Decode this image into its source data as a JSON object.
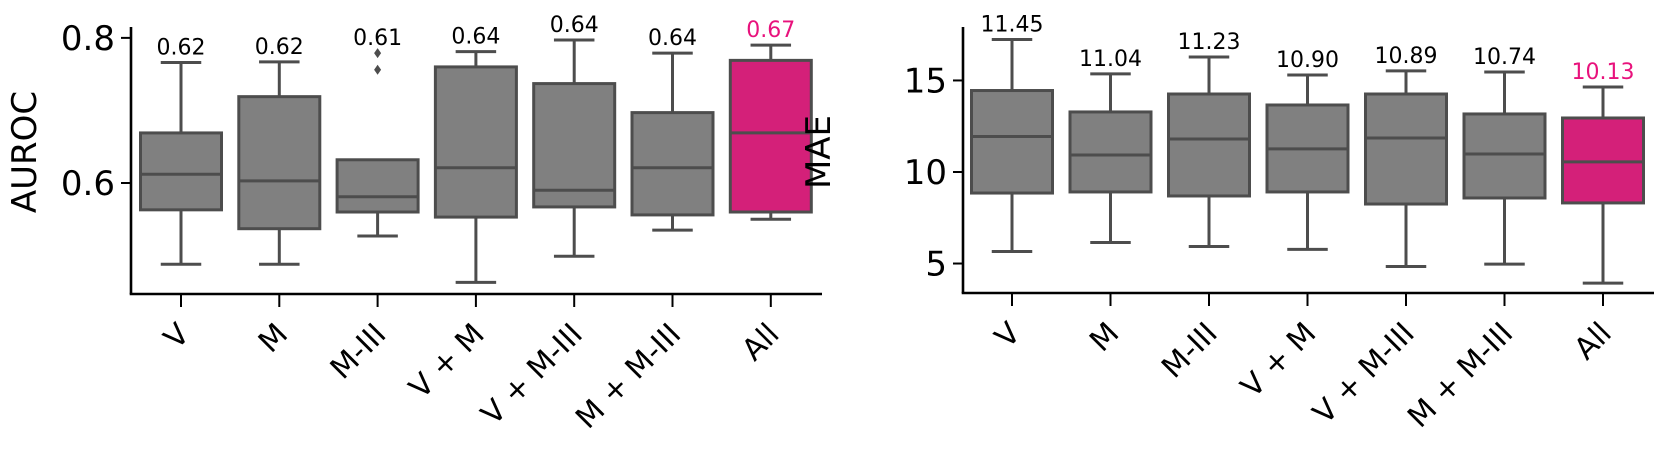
{
  "chart_data": [
    {
      "type": "box",
      "title": "",
      "xlabel": "",
      "ylabel": "AUROC",
      "ylim": [
        0.447,
        0.815
      ],
      "yticks": [
        0.6,
        0.8
      ],
      "ytick_labels": [
        "0.6",
        "0.8"
      ],
      "categories": [
        "V",
        "M",
        "M-III",
        "V + M",
        "V + M-III",
        "M + M-III",
        "All"
      ],
      "annotations": [
        "0.62",
        "0.62",
        "0.61",
        "0.64",
        "0.64",
        "0.64",
        "0.67"
      ],
      "highlight_index": 6,
      "boxes": [
        {
          "whisker_low": 0.488,
          "q1": 0.563,
          "median": 0.612,
          "q3": 0.669,
          "whisker_high": 0.766,
          "outliers": []
        },
        {
          "whisker_low": 0.488,
          "q1": 0.537,
          "median": 0.603,
          "q3": 0.719,
          "whisker_high": 0.767,
          "outliers": []
        },
        {
          "whisker_low": 0.527,
          "q1": 0.56,
          "median": 0.581,
          "q3": 0.632,
          "whisker_high": 0.632,
          "outliers": [
            0.779,
            0.756
          ]
        },
        {
          "whisker_low": 0.463,
          "q1": 0.553,
          "median": 0.621,
          "q3": 0.76,
          "whisker_high": 0.781,
          "outliers": []
        },
        {
          "whisker_low": 0.499,
          "q1": 0.567,
          "median": 0.59,
          "q3": 0.737,
          "whisker_high": 0.797,
          "outliers": []
        },
        {
          "whisker_low": 0.535,
          "q1": 0.556,
          "median": 0.621,
          "q3": 0.697,
          "whisker_high": 0.779,
          "outliers": []
        },
        {
          "whisker_low": 0.55,
          "q1": 0.56,
          "median": 0.669,
          "q3": 0.769,
          "whisker_high": 0.79,
          "outliers": []
        }
      ],
      "annotation_y": [
        0.81,
        0.81,
        0.815,
        0.81,
        0.817,
        0.81,
        0.817
      ],
      "grid": false,
      "legend": null
    },
    {
      "type": "box",
      "title": "",
      "xlabel": "",
      "ylabel": "MAE",
      "ylim": [
        3.39,
        17.92
      ],
      "yticks": [
        5,
        10,
        15
      ],
      "ytick_labels": [
        "5",
        "10",
        "15"
      ],
      "categories": [
        "V",
        "M",
        "M-III",
        "V + M",
        "V + M-III",
        "M + M-III",
        "All"
      ],
      "annotations": [
        "11.45",
        "11.04",
        "11.23",
        "10.90",
        "10.89",
        "10.74",
        "10.13"
      ],
      "highlight_index": 6,
      "boxes": [
        {
          "whisker_low": 5.66,
          "q1": 8.85,
          "median": 11.94,
          "q3": 14.45,
          "whisker_high": 17.24,
          "outliers": []
        },
        {
          "whisker_low": 6.15,
          "q1": 8.91,
          "median": 10.93,
          "q3": 13.28,
          "whisker_high": 15.36,
          "outliers": []
        },
        {
          "whisker_low": 5.93,
          "q1": 8.69,
          "median": 11.8,
          "q3": 14.26,
          "whisker_high": 16.28,
          "outliers": []
        },
        {
          "whisker_low": 5.77,
          "q1": 8.91,
          "median": 11.26,
          "q3": 13.66,
          "whisker_high": 15.3,
          "outliers": []
        },
        {
          "whisker_low": 4.84,
          "q1": 8.25,
          "median": 11.86,
          "q3": 14.26,
          "whisker_high": 15.52,
          "outliers": []
        },
        {
          "whisker_low": 4.97,
          "q1": 8.58,
          "median": 10.98,
          "q3": 13.17,
          "whisker_high": 15.46,
          "outliers": []
        },
        {
          "whisker_low": 3.93,
          "q1": 8.31,
          "median": 10.55,
          "q3": 12.95,
          "whisker_high": 14.64,
          "outliers": []
        }
      ],
      "grid": false,
      "legend": null
    }
  ],
  "colors": {
    "box_fill": "#808080",
    "box_edge": "#4d4d4d",
    "highlight_fill": "#d42079",
    "highlight_text": "#e8127c",
    "text": "#000000",
    "axis": "#000000"
  }
}
